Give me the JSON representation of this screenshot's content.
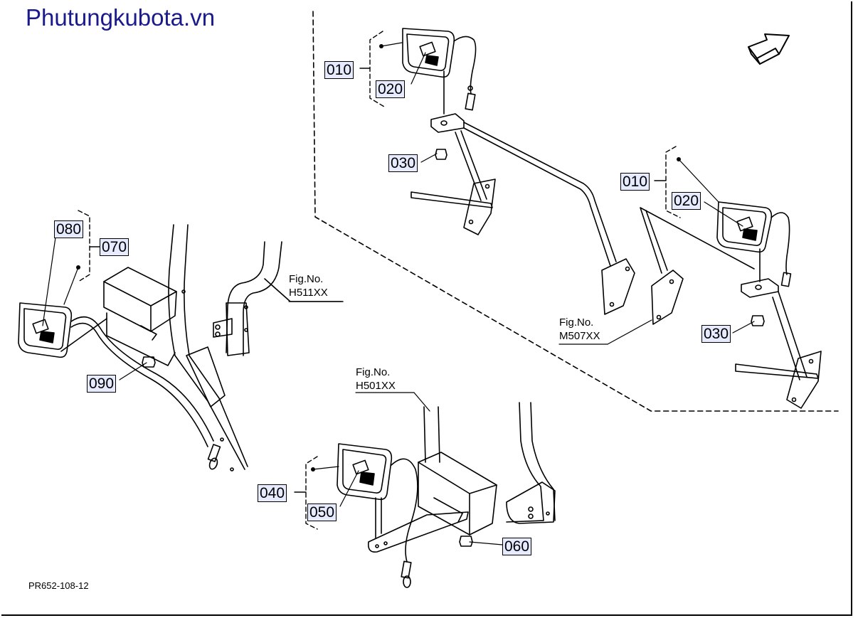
{
  "watermark": "Phutungkubota.vn",
  "drawing_code": "PR652-108-12",
  "part_labels": [
    "010",
    "020",
    "030",
    "010",
    "020",
    "030",
    "080",
    "070",
    "090",
    "040",
    "050",
    "060"
  ],
  "fig_refs": [
    {
      "line1": "Fig.No.",
      "line2": "H511XX"
    },
    {
      "line1": "Fig.No.",
      "line2": "M507XX"
    },
    {
      "line1": "Fig.No.",
      "line2": "H501XX"
    }
  ],
  "icons": {
    "direction": "arrow-icon"
  }
}
